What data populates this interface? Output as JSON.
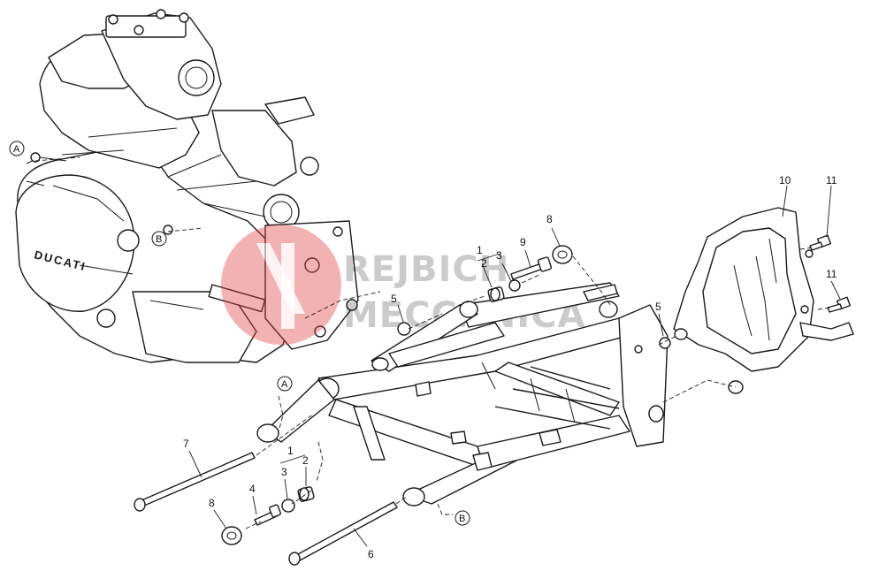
{
  "diagram": {
    "part_numbers": [
      "1",
      "2",
      "3",
      "4",
      "5",
      "6",
      "7",
      "8",
      "9",
      "10",
      "11"
    ],
    "callouts": [
      {
        "id": "c10",
        "text": "10"
      },
      {
        "id": "c11a",
        "text": "11"
      },
      {
        "id": "c11b",
        "text": "11"
      },
      {
        "id": "c8a",
        "text": "8"
      },
      {
        "id": "c9",
        "text": "9"
      },
      {
        "id": "c1a",
        "text": "1"
      },
      {
        "id": "c2a",
        "text": "2"
      },
      {
        "id": "c3a",
        "text": "3"
      },
      {
        "id": "c5a",
        "text": "5"
      },
      {
        "id": "c5b",
        "text": "5"
      },
      {
        "id": "c7",
        "text": "7"
      },
      {
        "id": "c1b",
        "text": "1"
      },
      {
        "id": "c3b",
        "text": "3"
      },
      {
        "id": "c2b",
        "text": "2"
      },
      {
        "id": "c4",
        "text": "4"
      },
      {
        "id": "c8b",
        "text": "8"
      },
      {
        "id": "c6",
        "text": "6"
      }
    ],
    "reference_markers": [
      {
        "id": "refA1",
        "letter": "A"
      },
      {
        "id": "refB1",
        "letter": "B"
      },
      {
        "id": "refA2",
        "letter": "A"
      },
      {
        "id": "refB2",
        "letter": "B"
      }
    ],
    "engine_case_lettering": "DUCATI"
  },
  "watermark": {
    "line1": "REJBICH",
    "line2": "MECCANICA",
    "logo_color": "#e03c3c"
  },
  "colors": {
    "line": "#1a1a1a",
    "background": "#ffffff"
  }
}
